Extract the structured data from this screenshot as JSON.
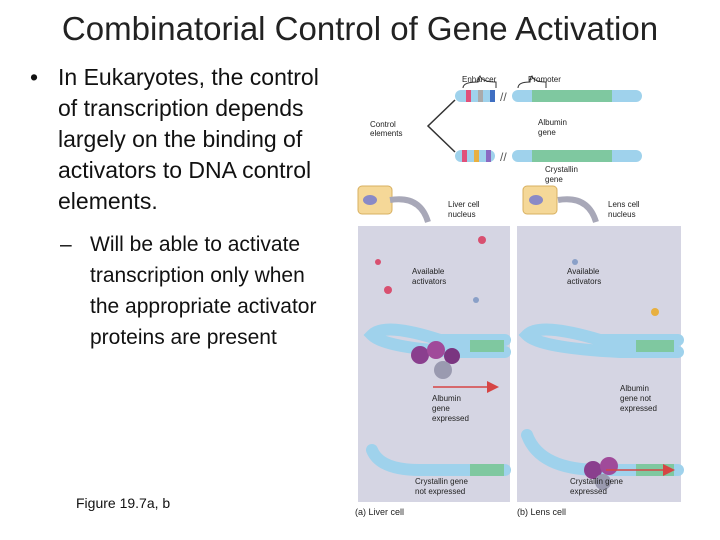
{
  "title": "Combinatorial Control of Gene Activation",
  "bullets": {
    "main": "In Eukaryotes, the control of transcription depends largely on the binding of activators to DNA control elements.",
    "sub": "Will be able to activate transcription only when the appropriate activator proteins are present"
  },
  "figure_caption": "Figure 19.7a, b",
  "diagram": {
    "enhancer": "Enhancer",
    "promoter": "Promoter",
    "control_elements": [
      "Control",
      "elements"
    ],
    "albumin_gene": [
      "Albumin",
      "gene"
    ],
    "crystallin_gene": [
      "Crystallin",
      "gene"
    ],
    "liver_nucleus": [
      "Liver cell",
      "nucleus"
    ],
    "lens_nucleus": [
      "Lens cell",
      "nucleus"
    ],
    "available_activators": [
      "Available",
      "activators"
    ],
    "albumin_expressed": [
      "Albumin",
      "gene",
      "expressed"
    ],
    "albumin_not_expressed": [
      "Albumin",
      "gene not",
      "expressed"
    ],
    "crystallin_not_expressed": [
      "Crystallin gene",
      "not expressed"
    ],
    "crystallin_expressed": [
      "Crystallin gene",
      "expressed"
    ],
    "panel_a": "(a)  Liver cell",
    "panel_b": "(b)  Lens cell"
  },
  "colors": {
    "dna": "#9fd2ec",
    "gene": "#7fc8a0",
    "panel": "#d5d5e3",
    "activator": "#8a3f8e",
    "arrow": "#d64545"
  }
}
